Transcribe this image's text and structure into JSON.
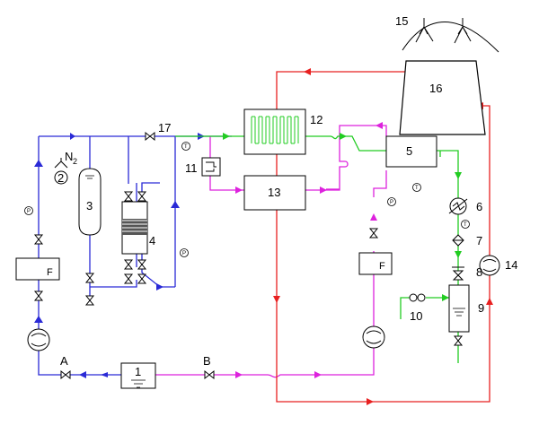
{
  "colors": {
    "blue": "#2a2ad6",
    "red": "#e82020",
    "green": "#22cc22",
    "magenta": "#dd22dd",
    "black": "#000000"
  },
  "labels": {
    "n1": "1",
    "n2": "2",
    "n3": "3",
    "n4": "4",
    "n5": "5",
    "n6": "6",
    "n7": "7",
    "n8": "8",
    "n9": "9",
    "n10": "10",
    "n11": "11",
    "n12": "12",
    "n13": "13",
    "n14": "14",
    "n15": "15",
    "n16": "16",
    "n17": "17",
    "pointA": "A",
    "pointB": "B",
    "gas_n": "N",
    "gas_sub": "2"
  },
  "instruments": {
    "pressure": "P",
    "temperature": "T",
    "flowmeter": "F"
  }
}
